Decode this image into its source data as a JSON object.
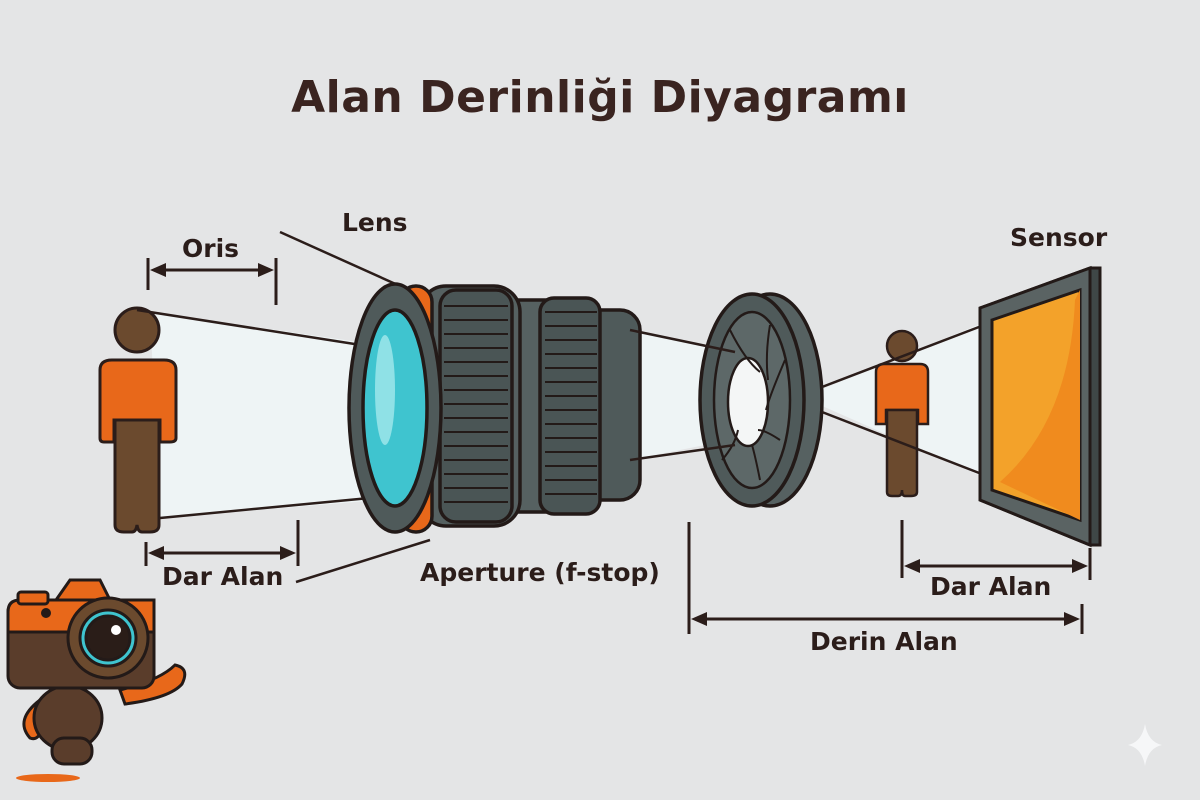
{
  "title": "Alan Derinliği Diyagramı",
  "labels": {
    "lens": "Lens",
    "oris": "Oris",
    "sensor": "Sensor",
    "dar_alan_left": "Dar Alan",
    "aperture": "Aperture (f-stop)",
    "dar_alan_right": "Dar Alan",
    "derin_alan": "Derin Alan"
  },
  "colors": {
    "background": "#e4e5e6",
    "ink": "#2b1d1a",
    "lens_body": "#4f5a5a",
    "lens_glass": "#3fc4cf",
    "accent_orange": "#e8681a",
    "person_pants": "#6b4a2e",
    "sensor_fill": "#f3a22a",
    "light_cone": "#eef4f5"
  },
  "icons": {
    "mascot": "camera-mascot-icon",
    "watermark": "sparkle-icon"
  }
}
